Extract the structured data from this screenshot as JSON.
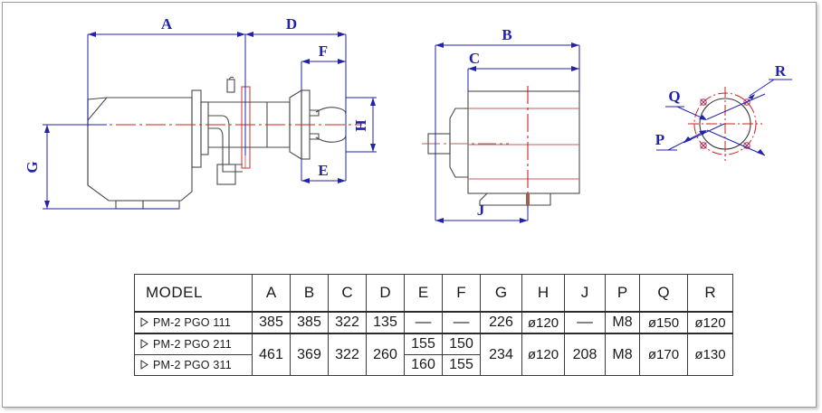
{
  "document": {
    "kind": "technical-dimension-drawing",
    "views": [
      {
        "name": "side-elevation-view",
        "dimension_labels": [
          "A",
          "D",
          "F",
          "H",
          "E",
          "G"
        ]
      },
      {
        "name": "front-elevation-view",
        "dimension_labels": [
          "B",
          "C",
          "J"
        ]
      },
      {
        "name": "flange-bolt-circle-detail",
        "dimension_labels": [
          "Q",
          "R",
          "P"
        ]
      }
    ]
  },
  "dimension_callouts": {
    "A": "A",
    "B": "B",
    "C": "C",
    "D": "D",
    "E": "E",
    "F": "F",
    "G": "G",
    "H": "H",
    "J": "J",
    "P": "P",
    "Q": "Q",
    "R": "R"
  },
  "colors": {
    "dimension_blue": "#2222aa",
    "centerline_red": "#cc2222",
    "outline_gray": "#4a4a4a",
    "table_border": "#3a3a3a",
    "frame_border": "#9a9a96",
    "background": "#ffffff"
  },
  "spec_table": {
    "headers": [
      "MODEL",
      "A",
      "B",
      "C",
      "D",
      "E",
      "F",
      "G",
      "H",
      "J",
      "P",
      "Q",
      "R"
    ],
    "rows": [
      {
        "model": "PM-2 PGO 111",
        "A": "385",
        "B": "385",
        "C": "322",
        "D": "135",
        "E": "––",
        "F": "––",
        "G": "226",
        "H": "ø120",
        "J": "––",
        "P": "M8",
        "Q": "ø150",
        "R": "ø120"
      },
      {
        "model": "PM-2 PGO 211",
        "A": "461",
        "B": "369",
        "C": "322",
        "D": "260",
        "E": "155",
        "F": "150",
        "G": "234",
        "H": "ø120",
        "J": "208",
        "P": "M8",
        "Q": "ø170",
        "R": "ø130"
      },
      {
        "model": "PM-2 PGO 311",
        "A": "461",
        "B": "369",
        "C": "322",
        "D": "260",
        "E": "160",
        "F": "155",
        "G": "234",
        "H": "ø120",
        "J": "208",
        "P": "M8",
        "Q": "ø170",
        "R": "ø130"
      }
    ],
    "merged_notes": {
      "A_merged_211_311": "461",
      "B_merged_211_311": "369",
      "C_merged_211_311": "322",
      "D_merged_211_311": "260",
      "G_merged_211_311": "234",
      "H_merged_211_311": "ø120",
      "J_merged_211_311": "208",
      "P_merged_211_311": "M8",
      "Q_merged_211_311": "ø170",
      "R_merged_211_311": "ø130"
    }
  }
}
